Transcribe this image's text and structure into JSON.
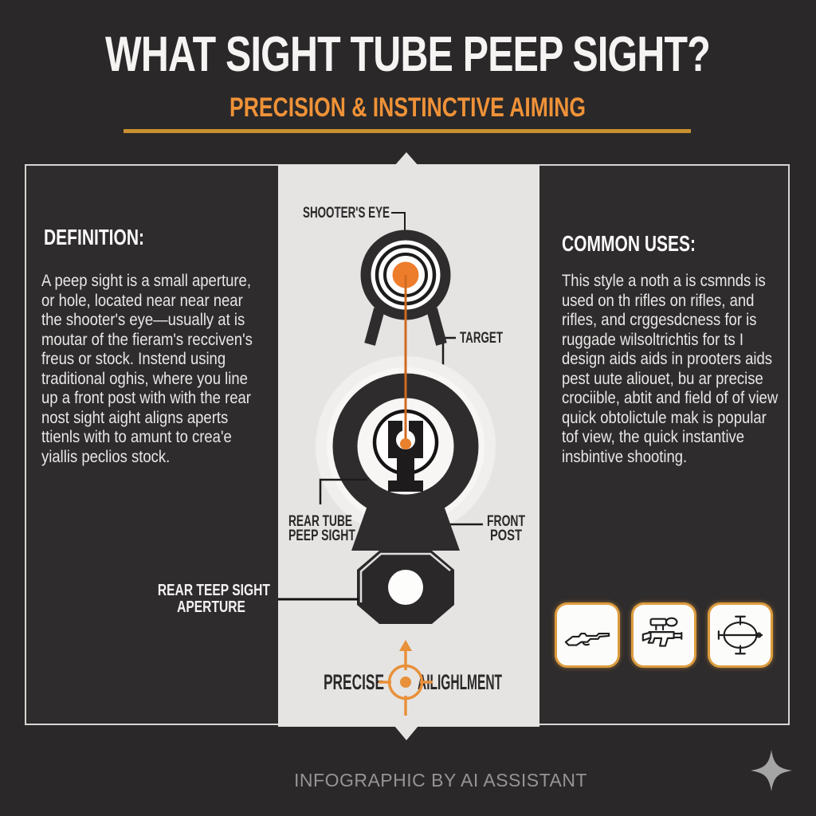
{
  "header": {
    "title": "WHAT SIGHT TUBE PEEP SIGHT?",
    "subtitle": "PRECISION & INSTINCTIVE AIMING"
  },
  "definition": {
    "heading": "DEFINITION:",
    "body": "A peep sight is a small aperture, or hole, located near near near the shooter's eye—usually at is moutar of the fieram's recciven's freus or stock. Instend using traditional oghis, where you line up a front post with with the rear nost sight aight aligns aperts ttienls with to amunt to crea'e yiallis peclios stock."
  },
  "common_uses": {
    "heading": "COMMON USES:",
    "body": "This style a noth a is csmnds is used on th rifles on rifles, and rifles, and crggesdcness for is ruggade wilsoltrichtis for ts I design aids aids in prooters aids pest uute aliouet, bu ar precise crociible, abtit and field of of view quick obtolictule mak is popular tof view, the quick instantive insbintive shooting.",
    "icons": [
      "hunting-rifle",
      "scoped-rifle",
      "scope-reticle"
    ]
  },
  "diagram": {
    "shooters_eye": "SHOOTER'S EYE",
    "target": "TARGET",
    "rear_tube_1": "REAR TUBE",
    "rear_tube_2": "PEEP SIGHT",
    "front_post_1": "FRONT",
    "front_post_2": "POST",
    "precise": "PRECISE",
    "alignment": "AILIGHLMENT"
  },
  "aperture": {
    "line1": "REAR TEEP SIGHT",
    "line2": "APERTURE"
  },
  "footer": {
    "credit": "INFOGRAPHIC BY AI ASSISTANT"
  },
  "colors": {
    "background_dark": "#2a2829",
    "panel_dark": "#2f2c2d",
    "panel_light": "#e5e4e2",
    "accent_orange": "#ed7d2b",
    "underline_gold": "#c9902f",
    "subtitle_orange": "#ef9238",
    "icon_border_orange": "#dd9c3e",
    "frame_border": "#d8d6d3",
    "footer_gray": "#969494"
  }
}
